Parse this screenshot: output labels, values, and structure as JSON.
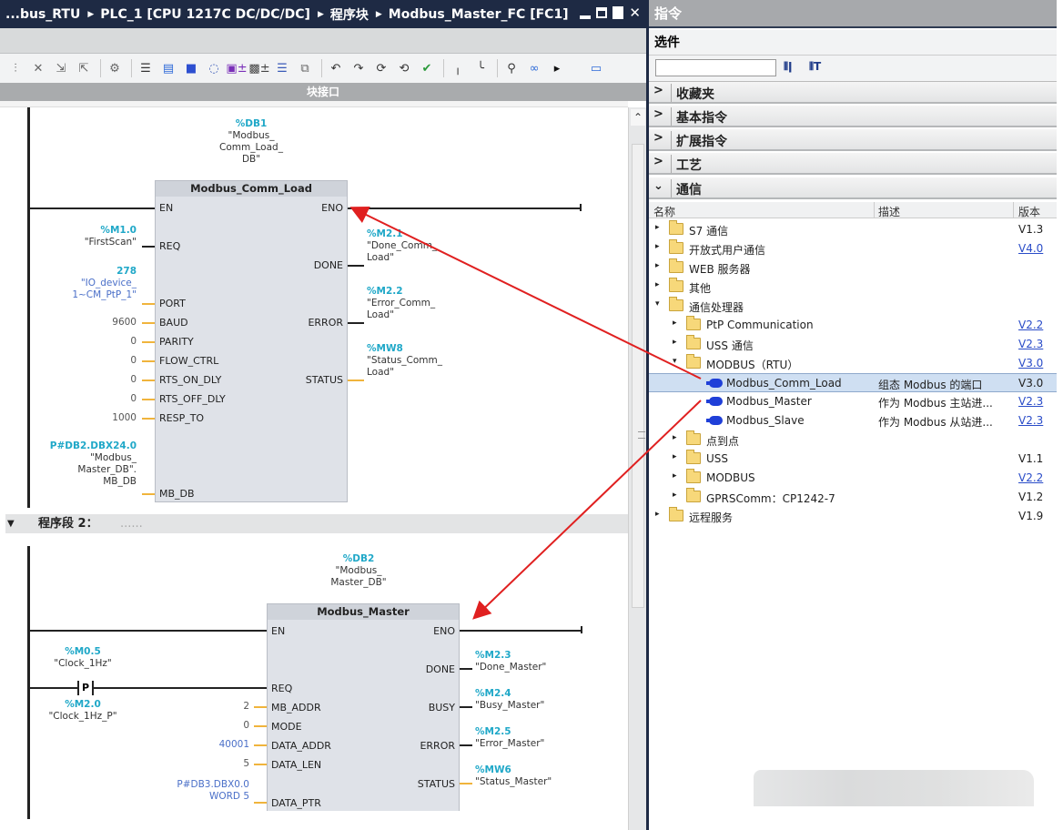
{
  "titlebar": {
    "breadcrumb": [
      "...bus_RTU",
      "PLC_1 [CPU 1217C DC/DC/DC]",
      "程序块",
      "Modbus_Master_FC [FC1]"
    ],
    "window_controls": [
      "minimize",
      "restore",
      "maximize",
      "close"
    ],
    "close_glyph": "✕"
  },
  "toolbar": {
    "icons": [
      "insert-network-icon",
      "delete-network-icon",
      "insert-row-icon",
      "append-row-icon",
      "reset-start-values-icon",
      "network-list-icon",
      "open-all-networks-icon",
      "close-all-networks-icon",
      "comment-icon",
      "absolute-operands-icon",
      "symbol-info-icon",
      "favorites-icon",
      "toggle-view-icon",
      "go-to-previous-error-icon",
      "go-to-next-error-icon",
      "update-call-icon",
      "update-block-icon",
      "compile-icon",
      "open-branch-icon",
      "close-branch-icon",
      "monitor-icon",
      "monitor-on-off-icon",
      "more-icon",
      "options-icon"
    ],
    "block_interface_label": "块接口"
  },
  "network1": {
    "instance_db": {
      "addr": "%DB1",
      "name_lines": [
        "\"Modbus_",
        "Comm_Load_",
        "DB\""
      ]
    },
    "block_name": "Modbus_Comm_Load",
    "en_pin": "EN",
    "eno_pin": "ENO",
    "inputs": [
      {
        "pin": "REQ",
        "addr": "%M1.0",
        "value": "\"FirstScan\""
      },
      {
        "pin": "PORT",
        "addr": "278",
        "value_lines": [
          "\"IO_device_",
          "1~CM_PtP_1\""
        ]
      },
      {
        "pin": "BAUD",
        "value": "9600"
      },
      {
        "pin": "PARITY",
        "value": "0"
      },
      {
        "pin": "FLOW_CTRL",
        "value": "0"
      },
      {
        "pin": "RTS_ON_DLY",
        "value": "0"
      },
      {
        "pin": "RTS_OFF_DLY",
        "value": "0"
      },
      {
        "pin": "RESP_TO",
        "value": "1000"
      },
      {
        "pin": "MB_DB",
        "addr": "P#DB2.DBX24.0",
        "value_lines": [
          "\"Modbus_",
          "Master_DB\".",
          "MB_DB"
        ]
      }
    ],
    "outputs": [
      {
        "pin": "DONE",
        "addr": "%M2.1",
        "value_lines": [
          "\"Done_Comm_",
          "Load\""
        ]
      },
      {
        "pin": "ERROR",
        "addr": "%M2.2",
        "value_lines": [
          "\"Error_Comm_",
          "Load\""
        ]
      },
      {
        "pin": "STATUS",
        "addr": "%MW8",
        "value_lines": [
          "\"Status_Comm_",
          "Load\""
        ]
      }
    ]
  },
  "network2": {
    "segment_title": "程序段 2：",
    "segment_comment": "......",
    "collapse_glyph": "▼",
    "instance_db": {
      "addr": "%DB2",
      "name_lines": [
        "\"Modbus_",
        "Master_DB\""
      ]
    },
    "block_name": "Modbus_Master",
    "en_pin": "EN",
    "eno_pin": "ENO",
    "contact": {
      "type": "P",
      "addr": "%M0.5",
      "name": "\"Clock_1Hz\"",
      "edge_addr": "%M2.0",
      "edge_name": "\"Clock_1Hz_P\""
    },
    "inputs": [
      {
        "pin": "REQ"
      },
      {
        "pin": "MB_ADDR",
        "value": "2"
      },
      {
        "pin": "MODE",
        "value": "0"
      },
      {
        "pin": "DATA_ADDR",
        "value": "40001"
      },
      {
        "pin": "DATA_LEN",
        "value": "5"
      },
      {
        "pin": "DATA_PTR",
        "value_lines": [
          "P#DB3.DBX0.0",
          "WORD 5"
        ]
      }
    ],
    "outputs": [
      {
        "pin": "DONE",
        "addr": "%M2.3",
        "value": "\"Done_Master\""
      },
      {
        "pin": "BUSY",
        "addr": "%M2.4",
        "value": "\"Busy_Master\""
      },
      {
        "pin": "ERROR",
        "addr": "%M2.5",
        "value": "\"Error_Master\""
      },
      {
        "pin": "STATUS",
        "addr": "%MW6",
        "value": "\"Status_Master\""
      }
    ]
  },
  "panel": {
    "title": "指令",
    "options_label": "选件",
    "search": {
      "value": "",
      "placeholder": ""
    },
    "search_icons": [
      "toggle-view-icon",
      "toggle-columns-icon"
    ],
    "categories": [
      {
        "label": "收藏夹",
        "expanded": false,
        "chevron": ">"
      },
      {
        "label": "基本指令",
        "expanded": false,
        "chevron": ">"
      },
      {
        "label": "扩展指令",
        "expanded": false,
        "chevron": ">"
      },
      {
        "label": "工艺",
        "expanded": false,
        "chevron": ">"
      },
      {
        "label": "通信",
        "expanded": true,
        "chevron": "⌄"
      }
    ],
    "columns": {
      "name": "名称",
      "desc": "描述",
      "version": "版本"
    },
    "tree": [
      {
        "level": 0,
        "type": "folder",
        "expand": "▸",
        "name": "S7 通信",
        "desc": "",
        "version": "V1.3",
        "link": false
      },
      {
        "level": 0,
        "type": "folder",
        "expand": "▸",
        "name": "开放式用户通信",
        "desc": "",
        "version": "V4.0",
        "link": true
      },
      {
        "level": 0,
        "type": "folder",
        "expand": "▸",
        "name": "WEB 服务器",
        "desc": "",
        "version": "",
        "link": false
      },
      {
        "level": 0,
        "type": "folder",
        "expand": "▸",
        "name": "其他",
        "desc": "",
        "version": "",
        "link": false
      },
      {
        "level": 0,
        "type": "folder",
        "expand": "▾",
        "name": "通信处理器",
        "desc": "",
        "version": "",
        "link": false
      },
      {
        "level": 1,
        "type": "folder",
        "expand": "▸",
        "name": "PtP Communication",
        "desc": "",
        "version": "V2.2",
        "link": true
      },
      {
        "level": 1,
        "type": "folder",
        "expand": "▸",
        "name": "USS 通信",
        "desc": "",
        "version": "V2.3",
        "link": true
      },
      {
        "level": 1,
        "type": "folder",
        "expand": "▾",
        "name": "MODBUS（RTU）",
        "desc": "",
        "version": "V3.0",
        "link": true
      },
      {
        "level": 2,
        "type": "instr",
        "expand": "",
        "name": "Modbus_Comm_Load",
        "desc": "组态 Modbus 的端口",
        "version": "V3.0",
        "link": false,
        "selected": true
      },
      {
        "level": 2,
        "type": "instr",
        "expand": "",
        "name": "Modbus_Master",
        "desc": "作为 Modbus 主站进...",
        "version": "V2.3",
        "link": true
      },
      {
        "level": 2,
        "type": "instr",
        "expand": "",
        "name": "Modbus_Slave",
        "desc": "作为 Modbus 从站进...",
        "version": "V2.3",
        "link": true
      },
      {
        "level": 1,
        "type": "folder",
        "expand": "▸",
        "name": "点到点",
        "desc": "",
        "version": "",
        "link": false
      },
      {
        "level": 1,
        "type": "folder",
        "expand": "▸",
        "name": "USS",
        "desc": "",
        "version": "V1.1",
        "link": false
      },
      {
        "level": 1,
        "type": "folder",
        "expand": "▸",
        "name": "MODBUS",
        "desc": "",
        "version": "V2.2",
        "link": true
      },
      {
        "level": 1,
        "type": "folder",
        "expand": "▸",
        "name": "GPRSComm：CP1242-7",
        "desc": "",
        "version": "V1.2",
        "link": false
      },
      {
        "level": 0,
        "type": "folder",
        "expand": "▸",
        "name": "远程服务",
        "desc": "",
        "version": "V1.9",
        "link": false
      }
    ]
  },
  "annotations": {
    "arrow_color": "#e02020"
  }
}
